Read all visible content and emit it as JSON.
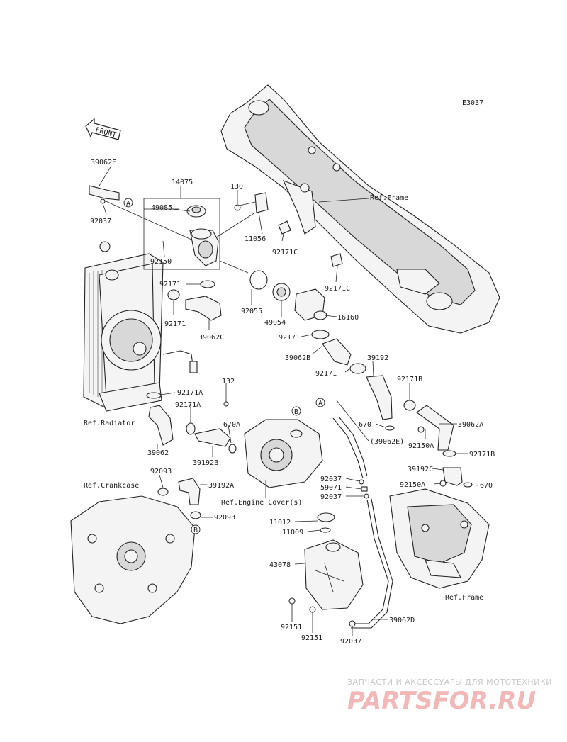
{
  "diagram_code": "E3037",
  "front_label": "FRONT",
  "parts": {
    "p39062E": "39062E",
    "p92037_top": "92037",
    "p14075": "14075",
    "p49085": "49085",
    "p130": "130",
    "p11056": "11056",
    "p92150": "92150",
    "p92171C_a": "92171C",
    "p92171C_b": "92171C",
    "p92171_a": "92171",
    "p92171_b": "92171",
    "p92055": "92055",
    "p49054": "49054",
    "p39062C": "39062C",
    "p16160": "16160",
    "p92171_c": "92171",
    "p39062B": "39062B",
    "p39192": "39192",
    "p92171_d": "92171",
    "p92171B_a": "92171B",
    "p92171A_a": "92171A",
    "p132": "132",
    "p92171A_b": "92171A",
    "p670A": "670A",
    "p670_a": "670",
    "p39062A": "39062A",
    "p39062E_par": "(39062E)",
    "p92150A_a": "92150A",
    "p92171B_b": "92171B",
    "p39062": "39062",
    "p39192B": "39192B",
    "p39192C": "39192C",
    "p92150A_b": "92150A",
    "p670_b": "670",
    "p92093_a": "92093",
    "p39192A": "39192A",
    "p92093_b": "92093",
    "p92037_mid": "92037",
    "p59071": "59071",
    "p92037_mid2": "92037",
    "p11012": "11012",
    "p11009": "11009",
    "p43078": "43078",
    "p92151_a": "92151",
    "p92151_b": "92151",
    "p92037_bot": "92037",
    "p39062D": "39062D"
  },
  "refs": {
    "frame_top": "Ref.Frame",
    "radiator": "Ref.Radiator",
    "crankcase": "Ref.Crankcase",
    "engine_cover": "Ref.Engine Cover(s)",
    "frame_bottom": "Ref.Frame"
  },
  "callouts": {
    "a1": "A",
    "a2": "A",
    "b1": "B",
    "b2": "B"
  },
  "watermark": {
    "line1": "ЗАПЧАСТИ И АКСЕССУАРЫ ДЛЯ МОТОТЕХНИКИ",
    "line2": "PARTSFOR.RU"
  }
}
